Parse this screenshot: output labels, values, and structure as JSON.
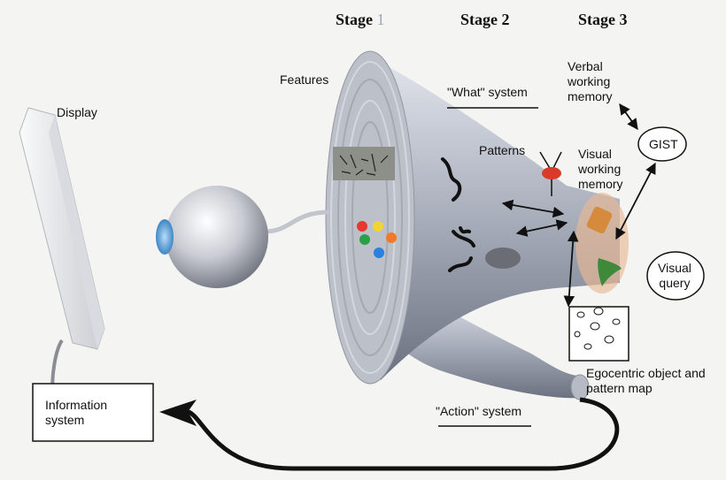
{
  "stages": [
    {
      "word": "Stage",
      "num": "1"
    },
    {
      "word": "Stage",
      "num": "2"
    },
    {
      "word": "Stage",
      "num": "3"
    }
  ],
  "labels": {
    "features": "Features",
    "display": "Display",
    "what_system": "\"What\" system",
    "patterns": "Patterns",
    "verbal_wm_1": "Verbal",
    "verbal_wm_2": "working",
    "verbal_wm_3": "memory",
    "gist": "GIST",
    "visual_wm_1": "Visual",
    "visual_wm_2": "working",
    "visual_wm_3": "memory",
    "visual_query_1": "Visual",
    "visual_query_2": "query",
    "egocentric_1": "Egocentric object and",
    "egocentric_2": "pattern map",
    "action_system": "\"Action\" system",
    "info_system_1": "Information",
    "info_system_2": "system"
  },
  "colors": {
    "feature_dots": [
      "#e23b2f",
      "#f0d43a",
      "#2aa04a",
      "#f07a2a",
      "#2a7fe0"
    ],
    "pattern_node": "#d93a2a",
    "vwm_object": "#d58a3c",
    "query_cone": "#3f8a3a",
    "eye_iris": "#5aa7e0"
  }
}
